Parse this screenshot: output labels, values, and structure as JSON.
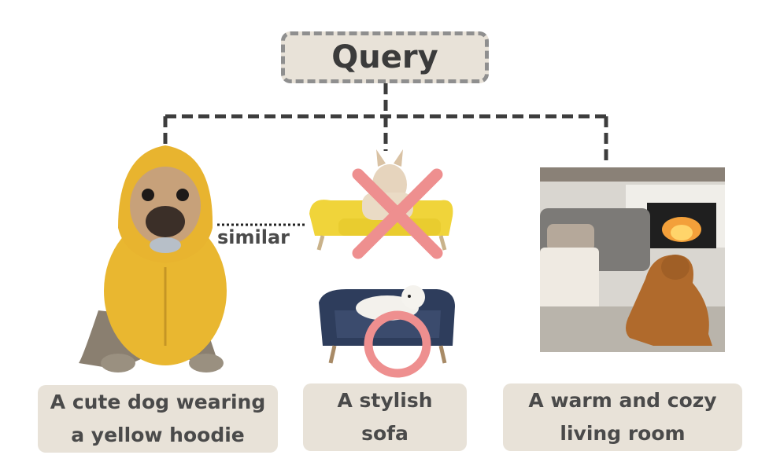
{
  "query": {
    "label": "Query"
  },
  "similar_label": "similar",
  "captions": [
    {
      "line1": "A cute dog wearing",
      "line2": "a yellow hoodie"
    },
    {
      "line1": "A stylish",
      "line2": "sofa"
    },
    {
      "line1": "A warm and cozy",
      "line2": "living room"
    }
  ],
  "colors": {
    "box_fill": "#e8e2d8",
    "connector": "#3d3d3d",
    "cross_mark": "#ee8f8f",
    "circle_mark": "#ee8f8f"
  },
  "marks": {
    "wrong": "cross",
    "correct": "circle"
  }
}
